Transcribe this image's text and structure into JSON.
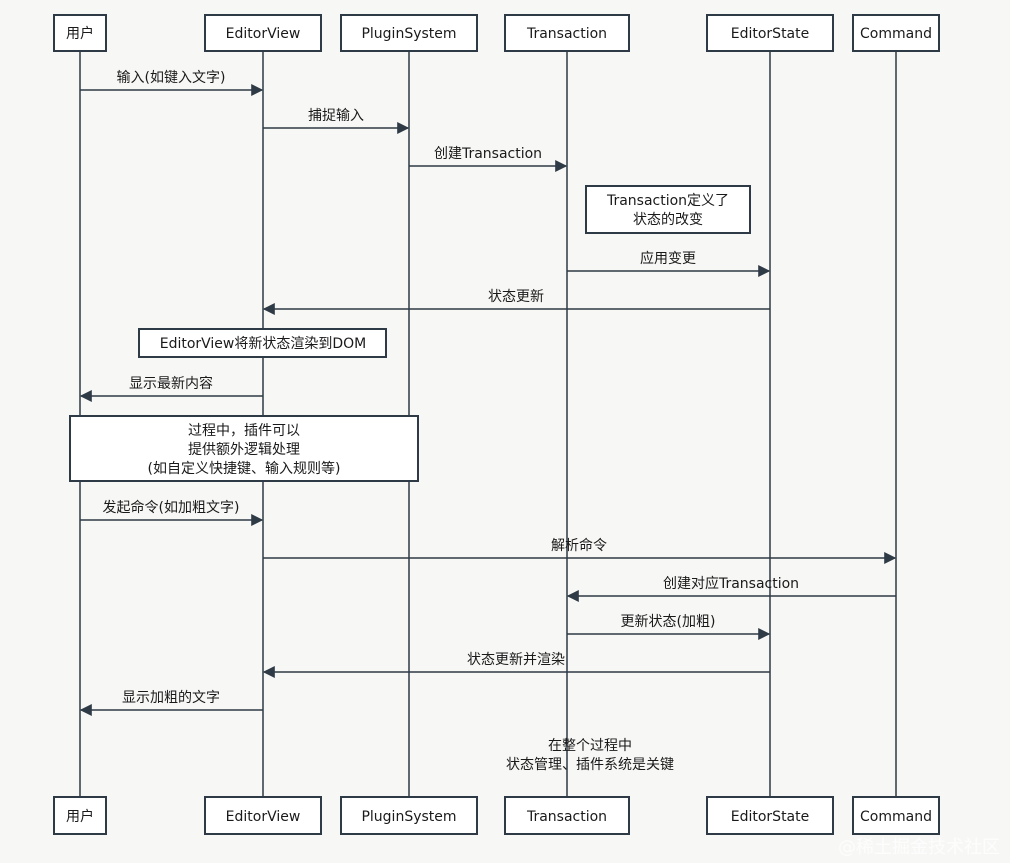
{
  "participants": [
    {
      "id": "user",
      "label": "用户"
    },
    {
      "id": "view",
      "label": "EditorView"
    },
    {
      "id": "plugin",
      "label": "PluginSystem"
    },
    {
      "id": "tx",
      "label": "Transaction"
    },
    {
      "id": "state",
      "label": "EditorState"
    },
    {
      "id": "cmd",
      "label": "Command"
    }
  ],
  "messages": [
    {
      "from": "user",
      "to": "view",
      "label": "输入(如键入文字)"
    },
    {
      "from": "view",
      "to": "plugin",
      "label": "捕捉输入"
    },
    {
      "from": "plugin",
      "to": "tx",
      "label": "创建Transaction"
    },
    {
      "from": "tx",
      "to": "state",
      "label": "应用变更"
    },
    {
      "from": "state",
      "to": "view",
      "label": "状态更新"
    },
    {
      "from": "view",
      "to": "user",
      "label": "显示最新内容"
    },
    {
      "from": "user",
      "to": "view",
      "label": "发起命令(如加粗文字)"
    },
    {
      "from": "view",
      "to": "cmd",
      "label": "解析命令"
    },
    {
      "from": "cmd",
      "to": "tx",
      "label": "创建对应Transaction"
    },
    {
      "from": "tx",
      "to": "state",
      "label": "更新状态(加粗)"
    },
    {
      "from": "state",
      "to": "view",
      "label": "状态更新并渲染"
    },
    {
      "from": "view",
      "to": "user",
      "label": "显示加粗的文字"
    }
  ],
  "notes": [
    {
      "lines": [
        "Transaction定义了",
        "状态的改变"
      ]
    },
    {
      "lines": [
        "EditorView将新状态渲染到DOM"
      ]
    },
    {
      "lines": [
        "过程中，插件可以",
        "提供额外逻辑处理",
        "(如自定义快捷键、输入规则等)"
      ]
    }
  ],
  "footer_note": {
    "lines": [
      "在整个过程中",
      "状态管理、插件系统是关键"
    ]
  },
  "watermark": "@稀土掘金技术社区"
}
